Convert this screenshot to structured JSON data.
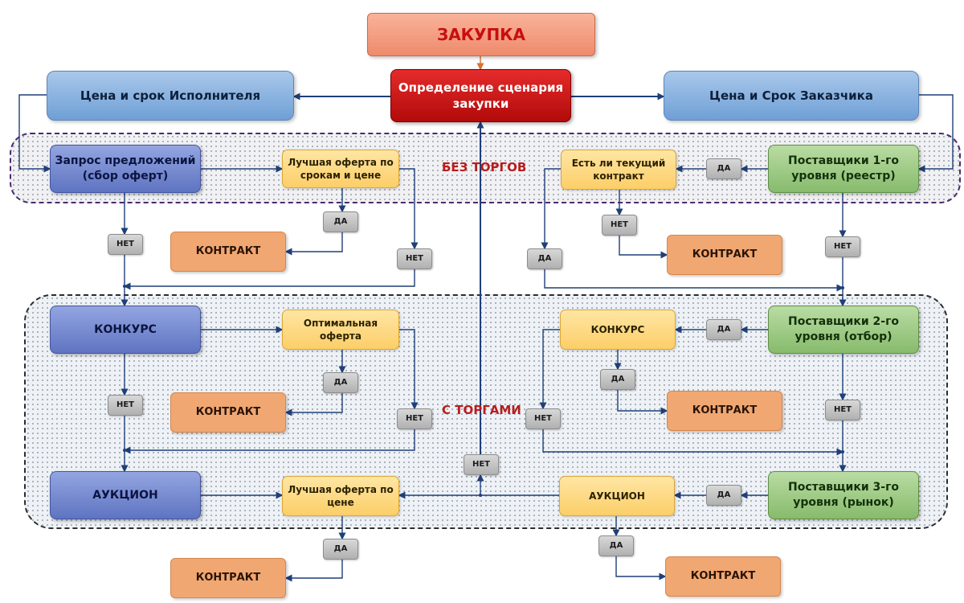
{
  "title": "ЗАКУПКА",
  "center": "Определение сценария закупки",
  "executor": "Цена и срок Исполнителя",
  "customer": "Цена и Срок Заказчика",
  "zones": {
    "no_tender": "БЕЗ ТОРГОВ",
    "tender": "С ТОРГАМИ"
  },
  "left": {
    "request": "Запрос предложений (сбор оферт)",
    "contest": "КОНКУРС",
    "auction": "АУКЦИОН",
    "best_offer_terms": "Лучшая оферта по срокам и цене",
    "optimal_offer": "Оптимальная оферта",
    "best_offer_price": "Лучшая оферта по цене"
  },
  "right": {
    "supplier1": "Поставщики 1-го уровня (реестр)",
    "supplier2": "Поставщики 2-го уровня (отбор)",
    "supplier3": "Поставщики 3-го уровня (рынок)",
    "current_contract": "Есть ли текущий контракт",
    "contest": "КОНКУРС",
    "auction": "АУКЦИОН"
  },
  "labels": {
    "contract": "КОНТРАКТ",
    "yes": "ДА",
    "no": "НЕТ"
  },
  "colors": {
    "connector": "#1f3f78",
    "title_text": "#c80f0f",
    "zone_label": "#b81c1c"
  }
}
